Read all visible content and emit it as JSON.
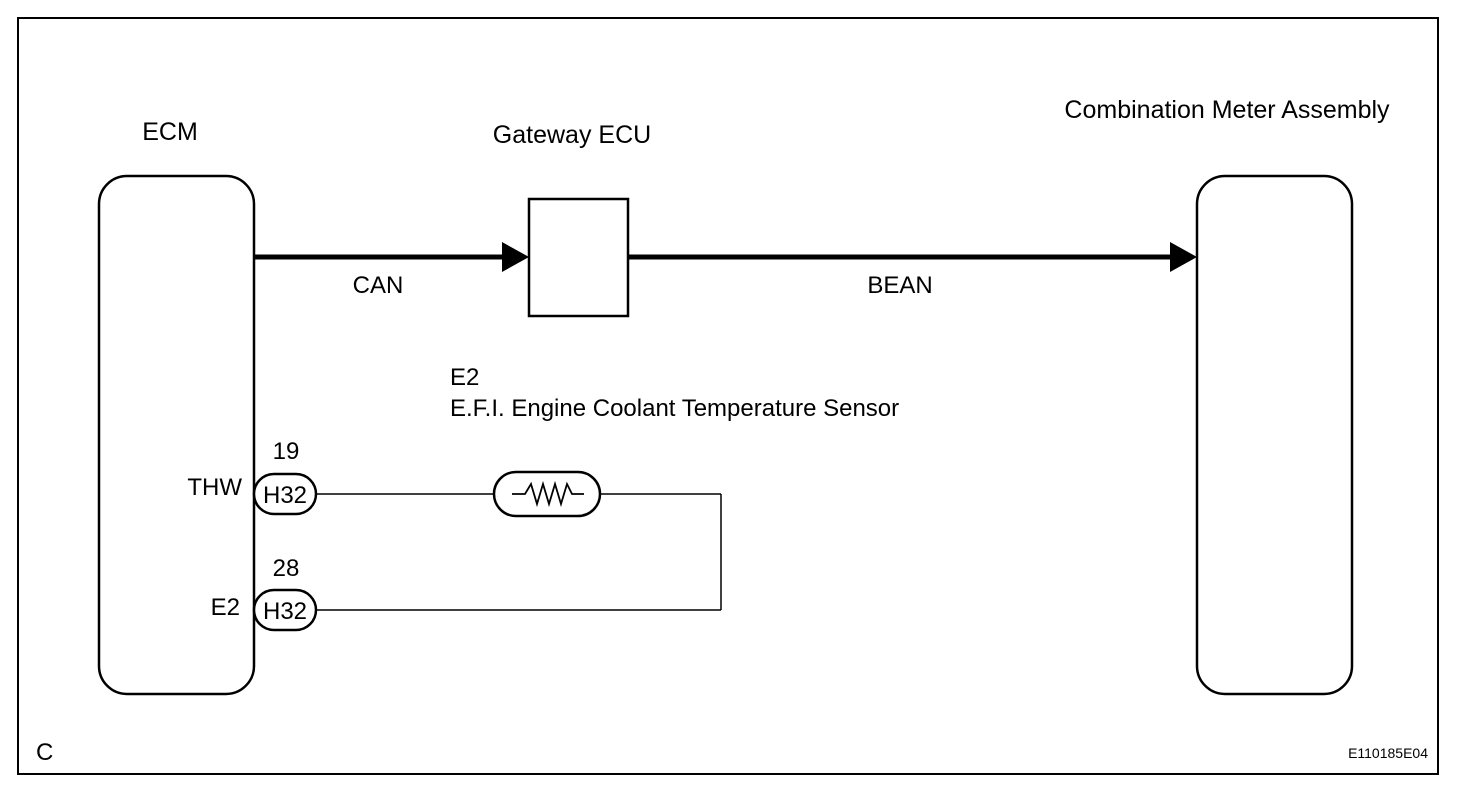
{
  "components": {
    "ecm": {
      "label": "ECM"
    },
    "gateway": {
      "label": "Gateway ECU"
    },
    "meter": {
      "label": "Combination Meter Assembly"
    },
    "sensor": {
      "code": "E2",
      "label": "E.F.I. Engine Coolant Temperature Sensor"
    }
  },
  "buses": {
    "can": "CAN",
    "bean": "BEAN"
  },
  "pins": [
    {
      "terminal": "THW",
      "pin_number": "19",
      "connector": "H32"
    },
    {
      "terminal": "E2",
      "pin_number": "28",
      "connector": "H32"
    }
  ],
  "footer": {
    "left": "C",
    "right": "E110185E04"
  },
  "colors": {
    "line": "#000000",
    "background": "#ffffff"
  }
}
